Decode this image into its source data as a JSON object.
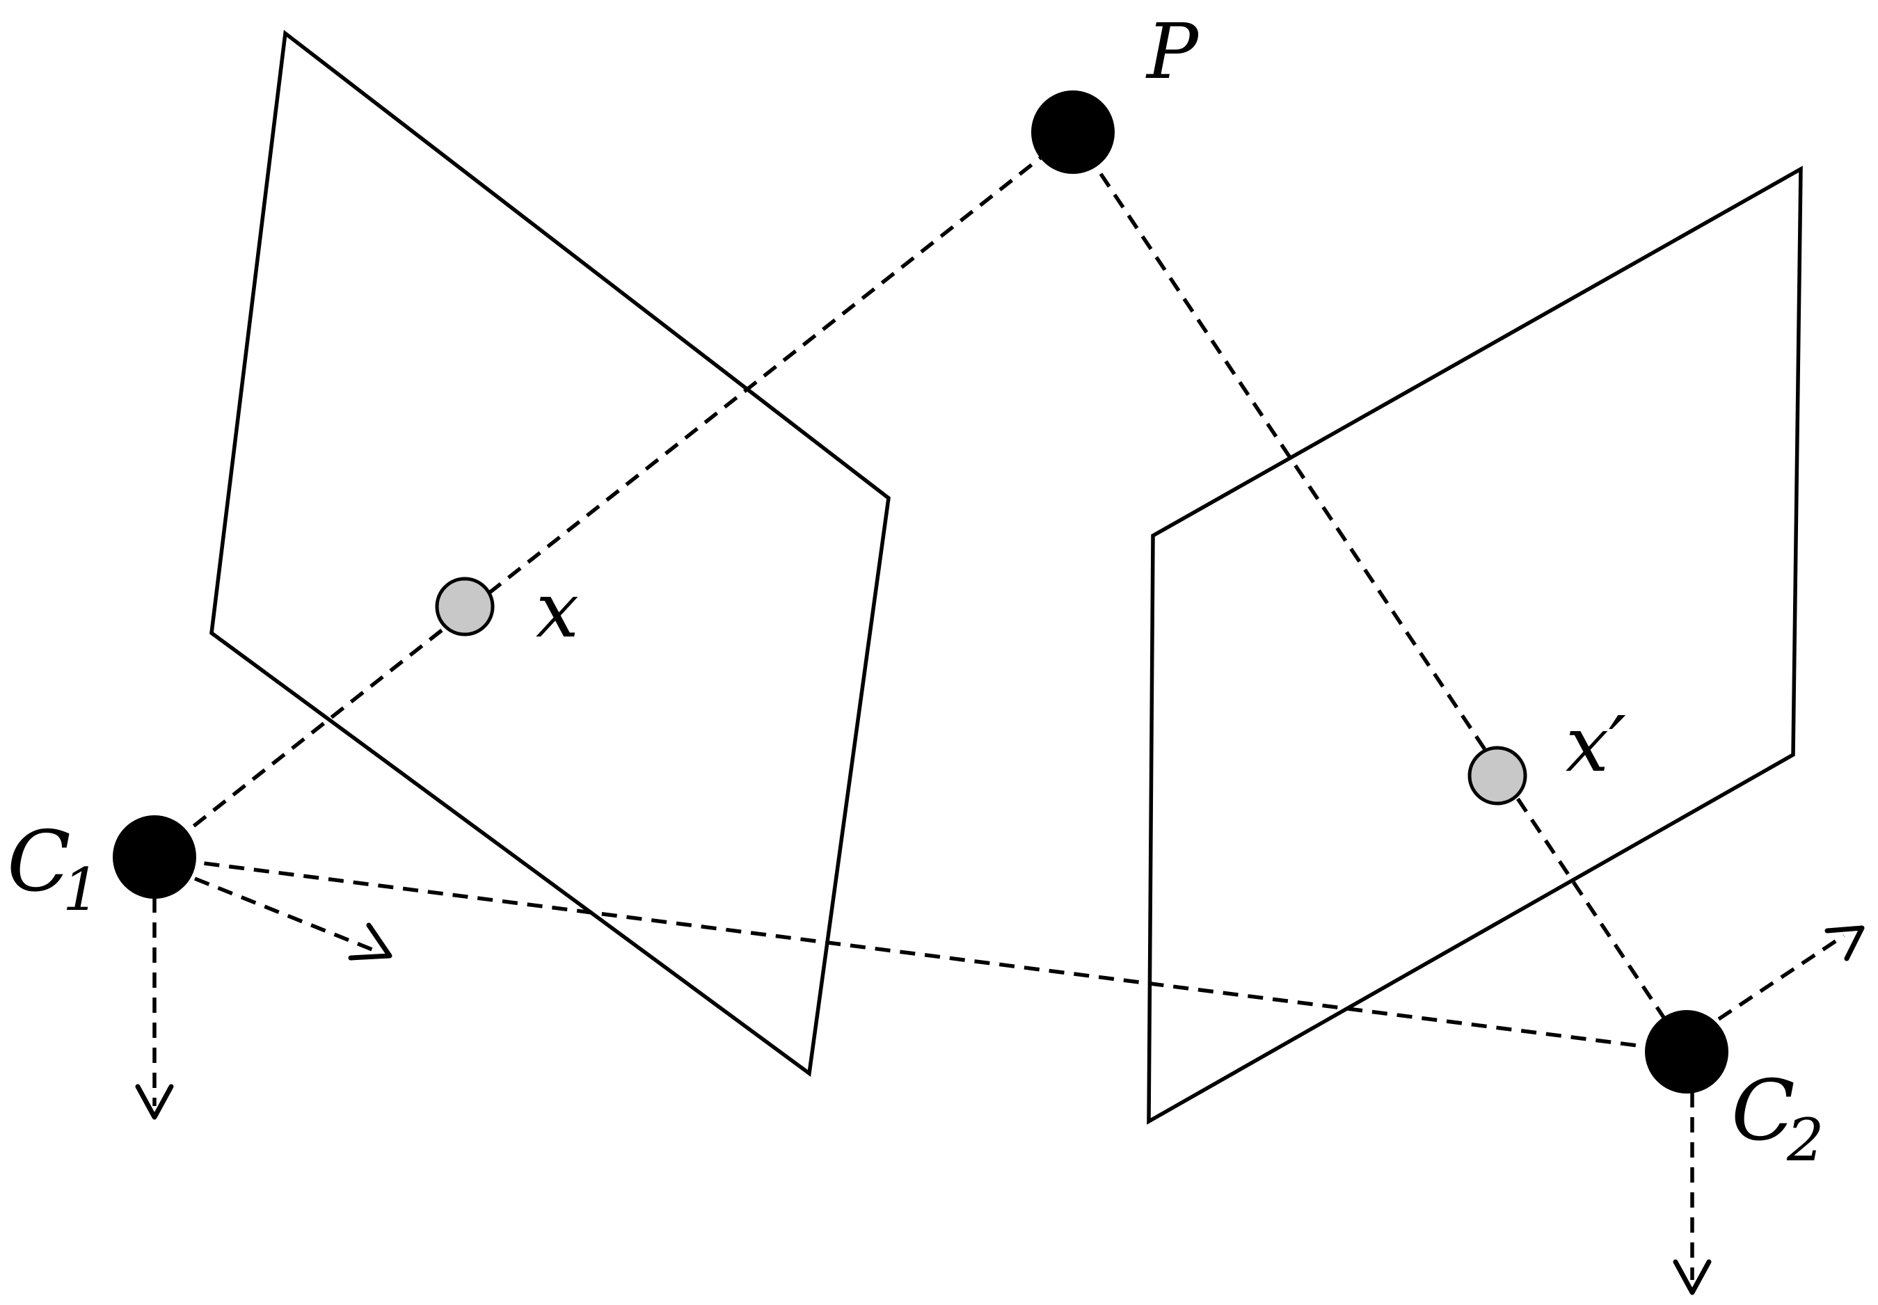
{
  "diagram": {
    "labels": {
      "point_P": "P",
      "point_x": "x",
      "point_x_prime": "x′",
      "camera_1": "C",
      "camera_1_sub": "1",
      "camera_2": "C",
      "camera_2_sub": "2"
    },
    "colors": {
      "stroke": "#000000",
      "camera_fill": "#000000",
      "image_point_fill": "#c8c8c8",
      "background": "#ffffff"
    }
  }
}
